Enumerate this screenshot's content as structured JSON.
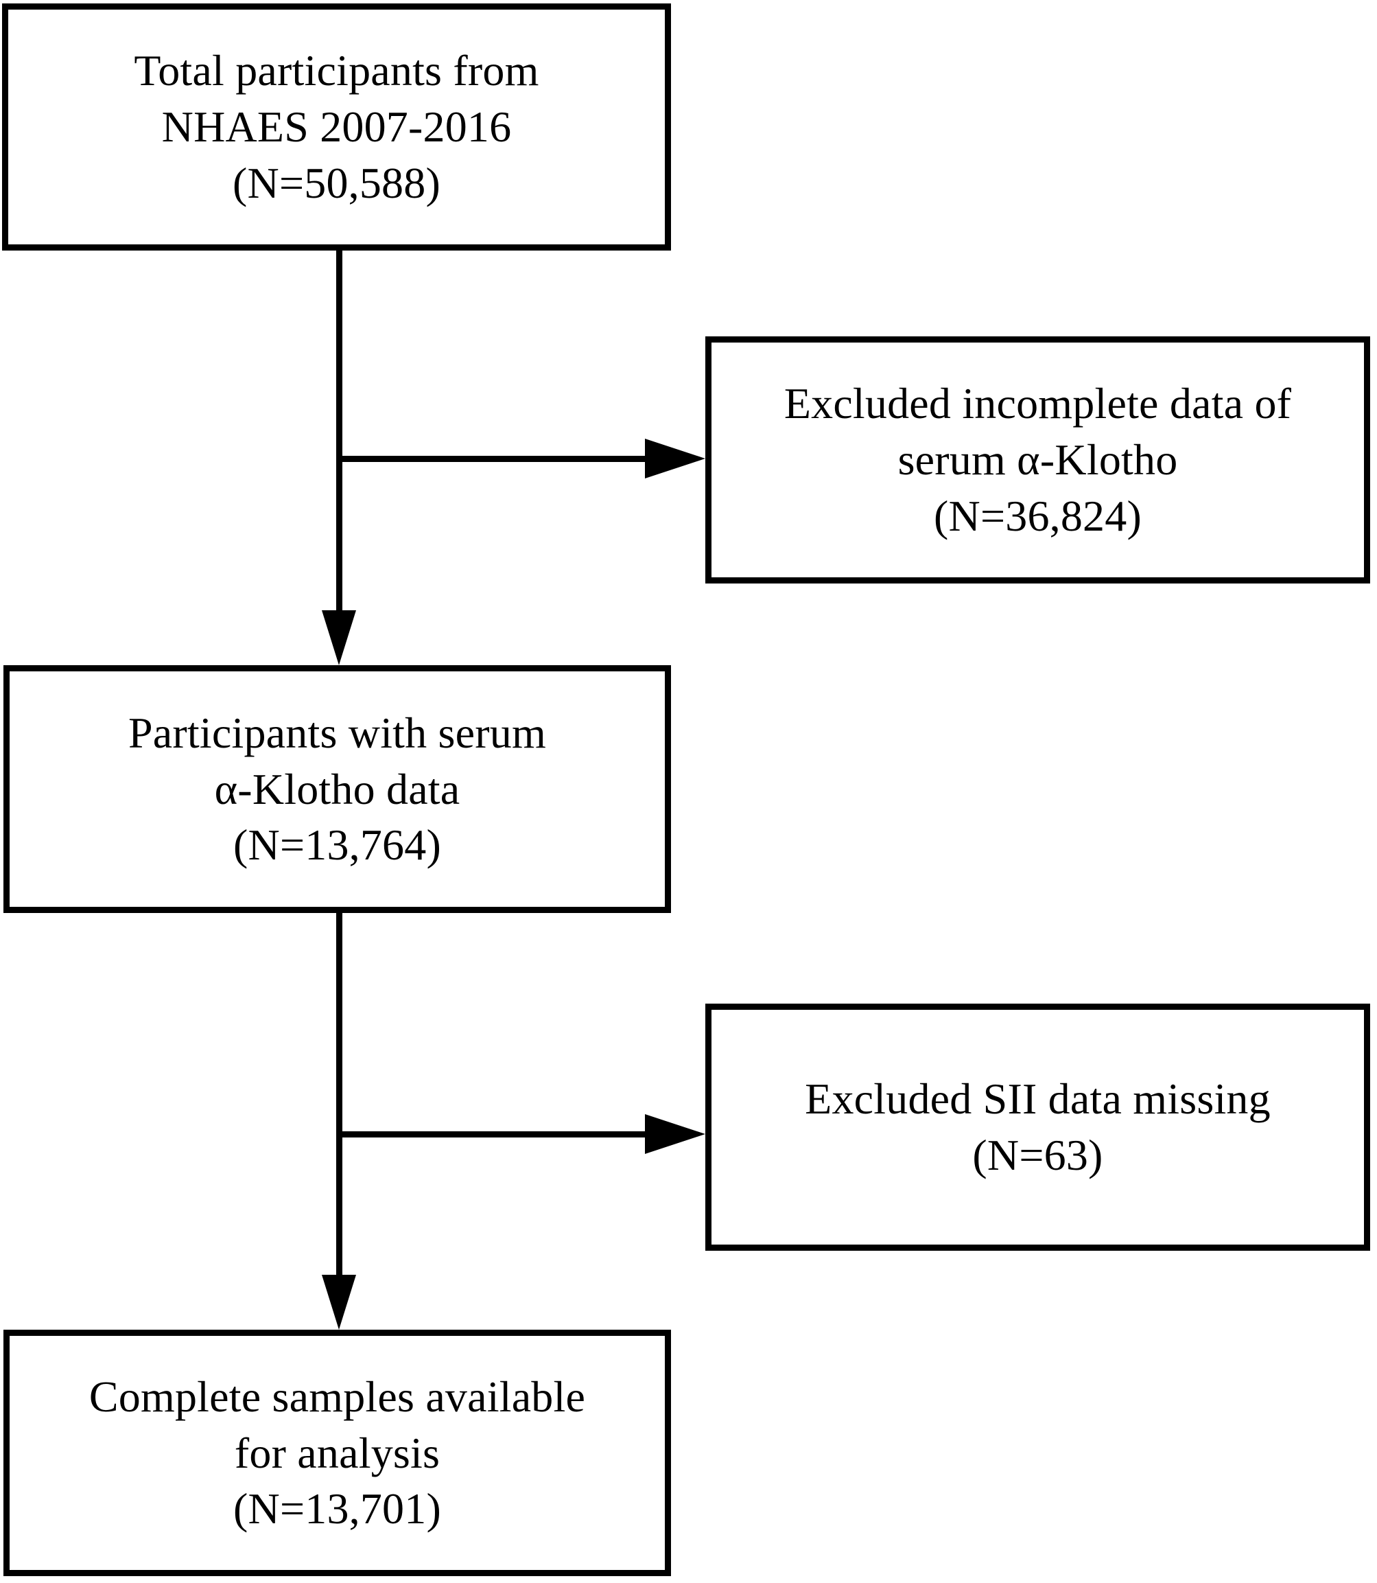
{
  "figure": {
    "type": "flowchart",
    "orientation": "vertical-with-right-exclusion-branches",
    "background_color": "#ffffff",
    "line_color": "#000000"
  },
  "nodes": {
    "total_participants": {
      "id": "total-participants",
      "role": "source",
      "text": "Total participants from\nNHAES 2007-2016\n(N=50,588)",
      "label": "Total participants from NHAES 2007-2016",
      "count_label": "(N=50,588)",
      "count": 50588,
      "survey": "NHAES",
      "years": "2007-2016"
    },
    "excluded_klotho": {
      "id": "excluded-incomplete-klotho",
      "role": "exclusion",
      "text": "Excluded incomplete data of\nserum α-Klotho\n(N=36,824)",
      "label": "Excluded incomplete data of serum α-Klotho",
      "count_label": "(N=36,824)",
      "count": 36824
    },
    "participants_klotho": {
      "id": "participants-with-klotho",
      "role": "intermediate",
      "text": "Participants with serum\nα-Klotho data\n(N=13,764)",
      "label": "Participants with serum α-Klotho data",
      "count_label": "(N=13,764)",
      "count": 13764
    },
    "excluded_sii": {
      "id": "excluded-sii-missing",
      "role": "exclusion",
      "text": "Excluded SII data missing\n(N=63)",
      "label": "Excluded SII data missing",
      "count_label": "(N=63)",
      "count": 63
    },
    "complete_samples": {
      "id": "complete-samples",
      "role": "final",
      "text": "Complete samples available\nfor analysis\n(N=13,701)",
      "label": "Complete samples available for analysis",
      "count_label": "(N=13,701)",
      "count": 13701
    }
  },
  "edges": [
    {
      "from": "total_participants",
      "to": "excluded_klotho",
      "kind": "exclusion-branch",
      "arrow": "right"
    },
    {
      "from": "total_participants",
      "to": "participants_klotho",
      "kind": "flow",
      "arrow": "down"
    },
    {
      "from": "participants_klotho",
      "to": "excluded_sii",
      "kind": "exclusion-branch",
      "arrow": "right"
    },
    {
      "from": "participants_klotho",
      "to": "complete_samples",
      "kind": "flow",
      "arrow": "down"
    }
  ]
}
